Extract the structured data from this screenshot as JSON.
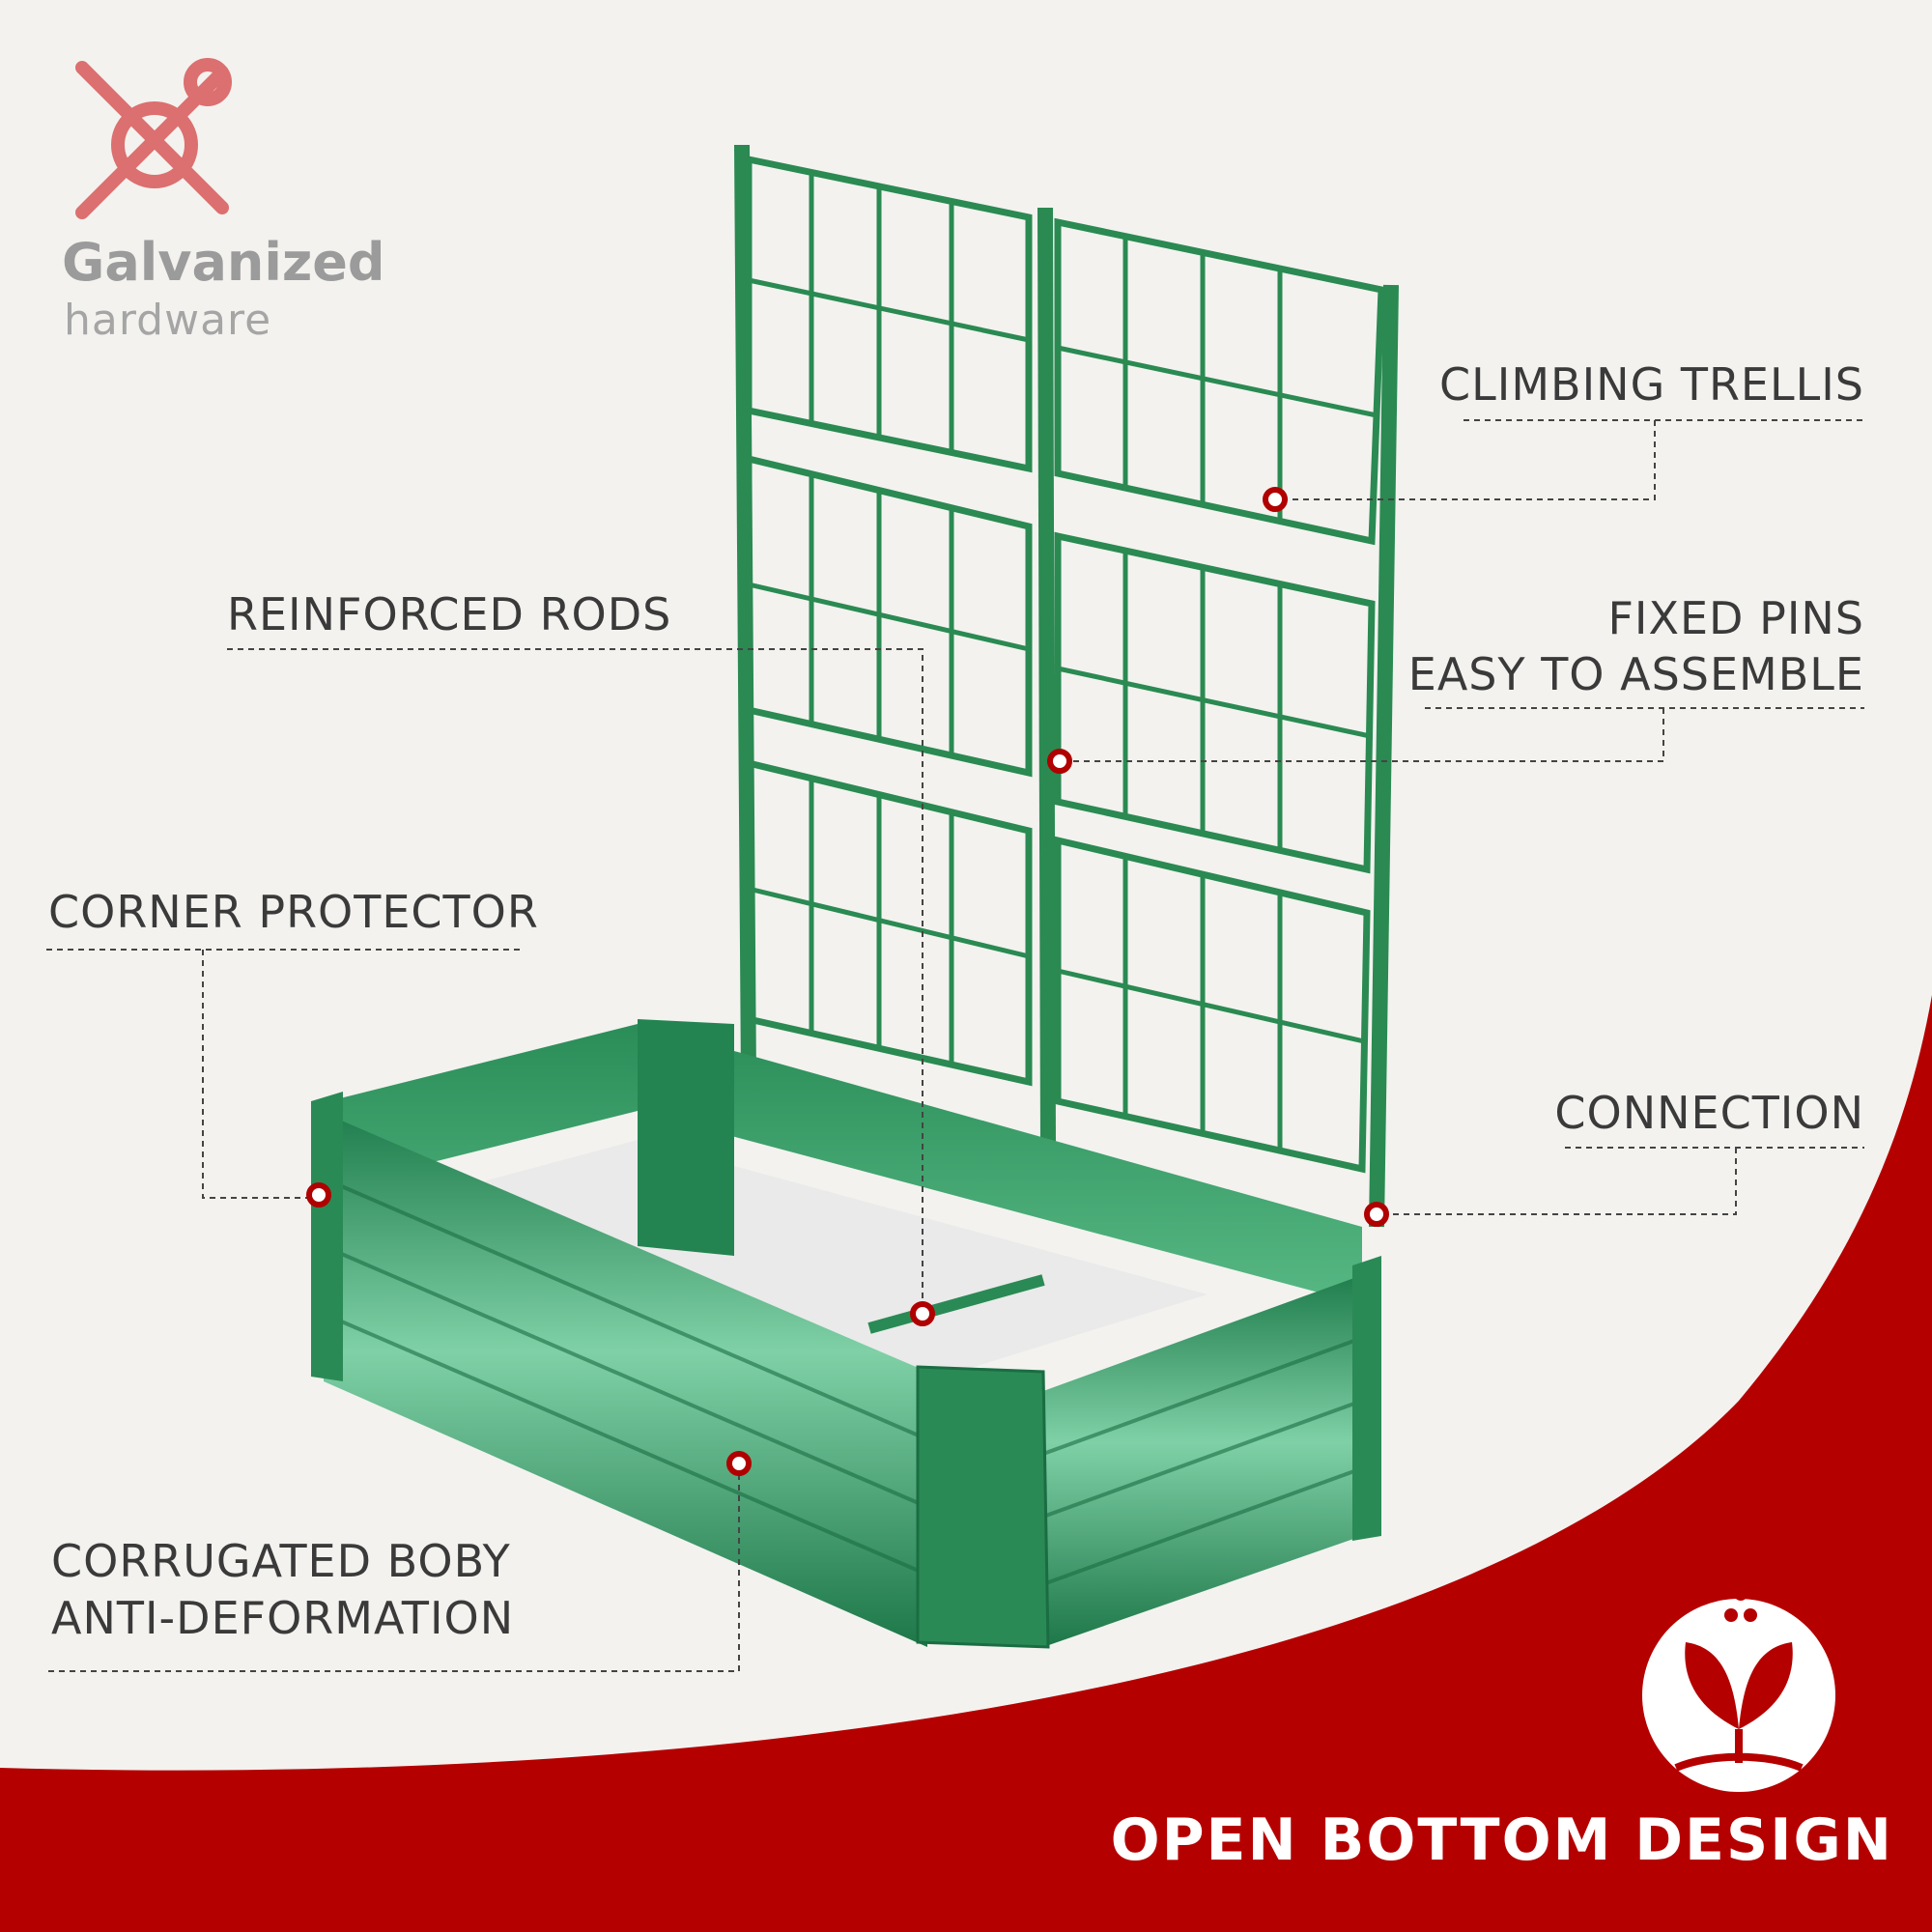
{
  "badge": {
    "title": "Galvanized",
    "subtitle": "hardware",
    "icon": "tools-icon",
    "color": "#dc6f6f"
  },
  "callouts": {
    "climbing_trellis": "CLIMBING TRELLIS",
    "reinforced_rods": "REINFORCED RODS",
    "fixed_pins_line1": "FIXED PINS",
    "fixed_pins_line2": "EASY TO ASSEMBLE",
    "corner_protector": "CORNER PROTECTOR",
    "connection": "CONNECTION",
    "corrugated_line1": "CORRUGATED BOBY",
    "corrugated_line2": "ANTI-DEFORMATION"
  },
  "footer": {
    "title": "OPEN BOTTOM DESIGN",
    "icon": "sprout-water-icon"
  },
  "colors": {
    "background": "#f3f2ef",
    "accent_red": "#b50000",
    "product_green": "#2e8f5a",
    "marker_red": "#b00000",
    "text": "#3a3a3a"
  }
}
